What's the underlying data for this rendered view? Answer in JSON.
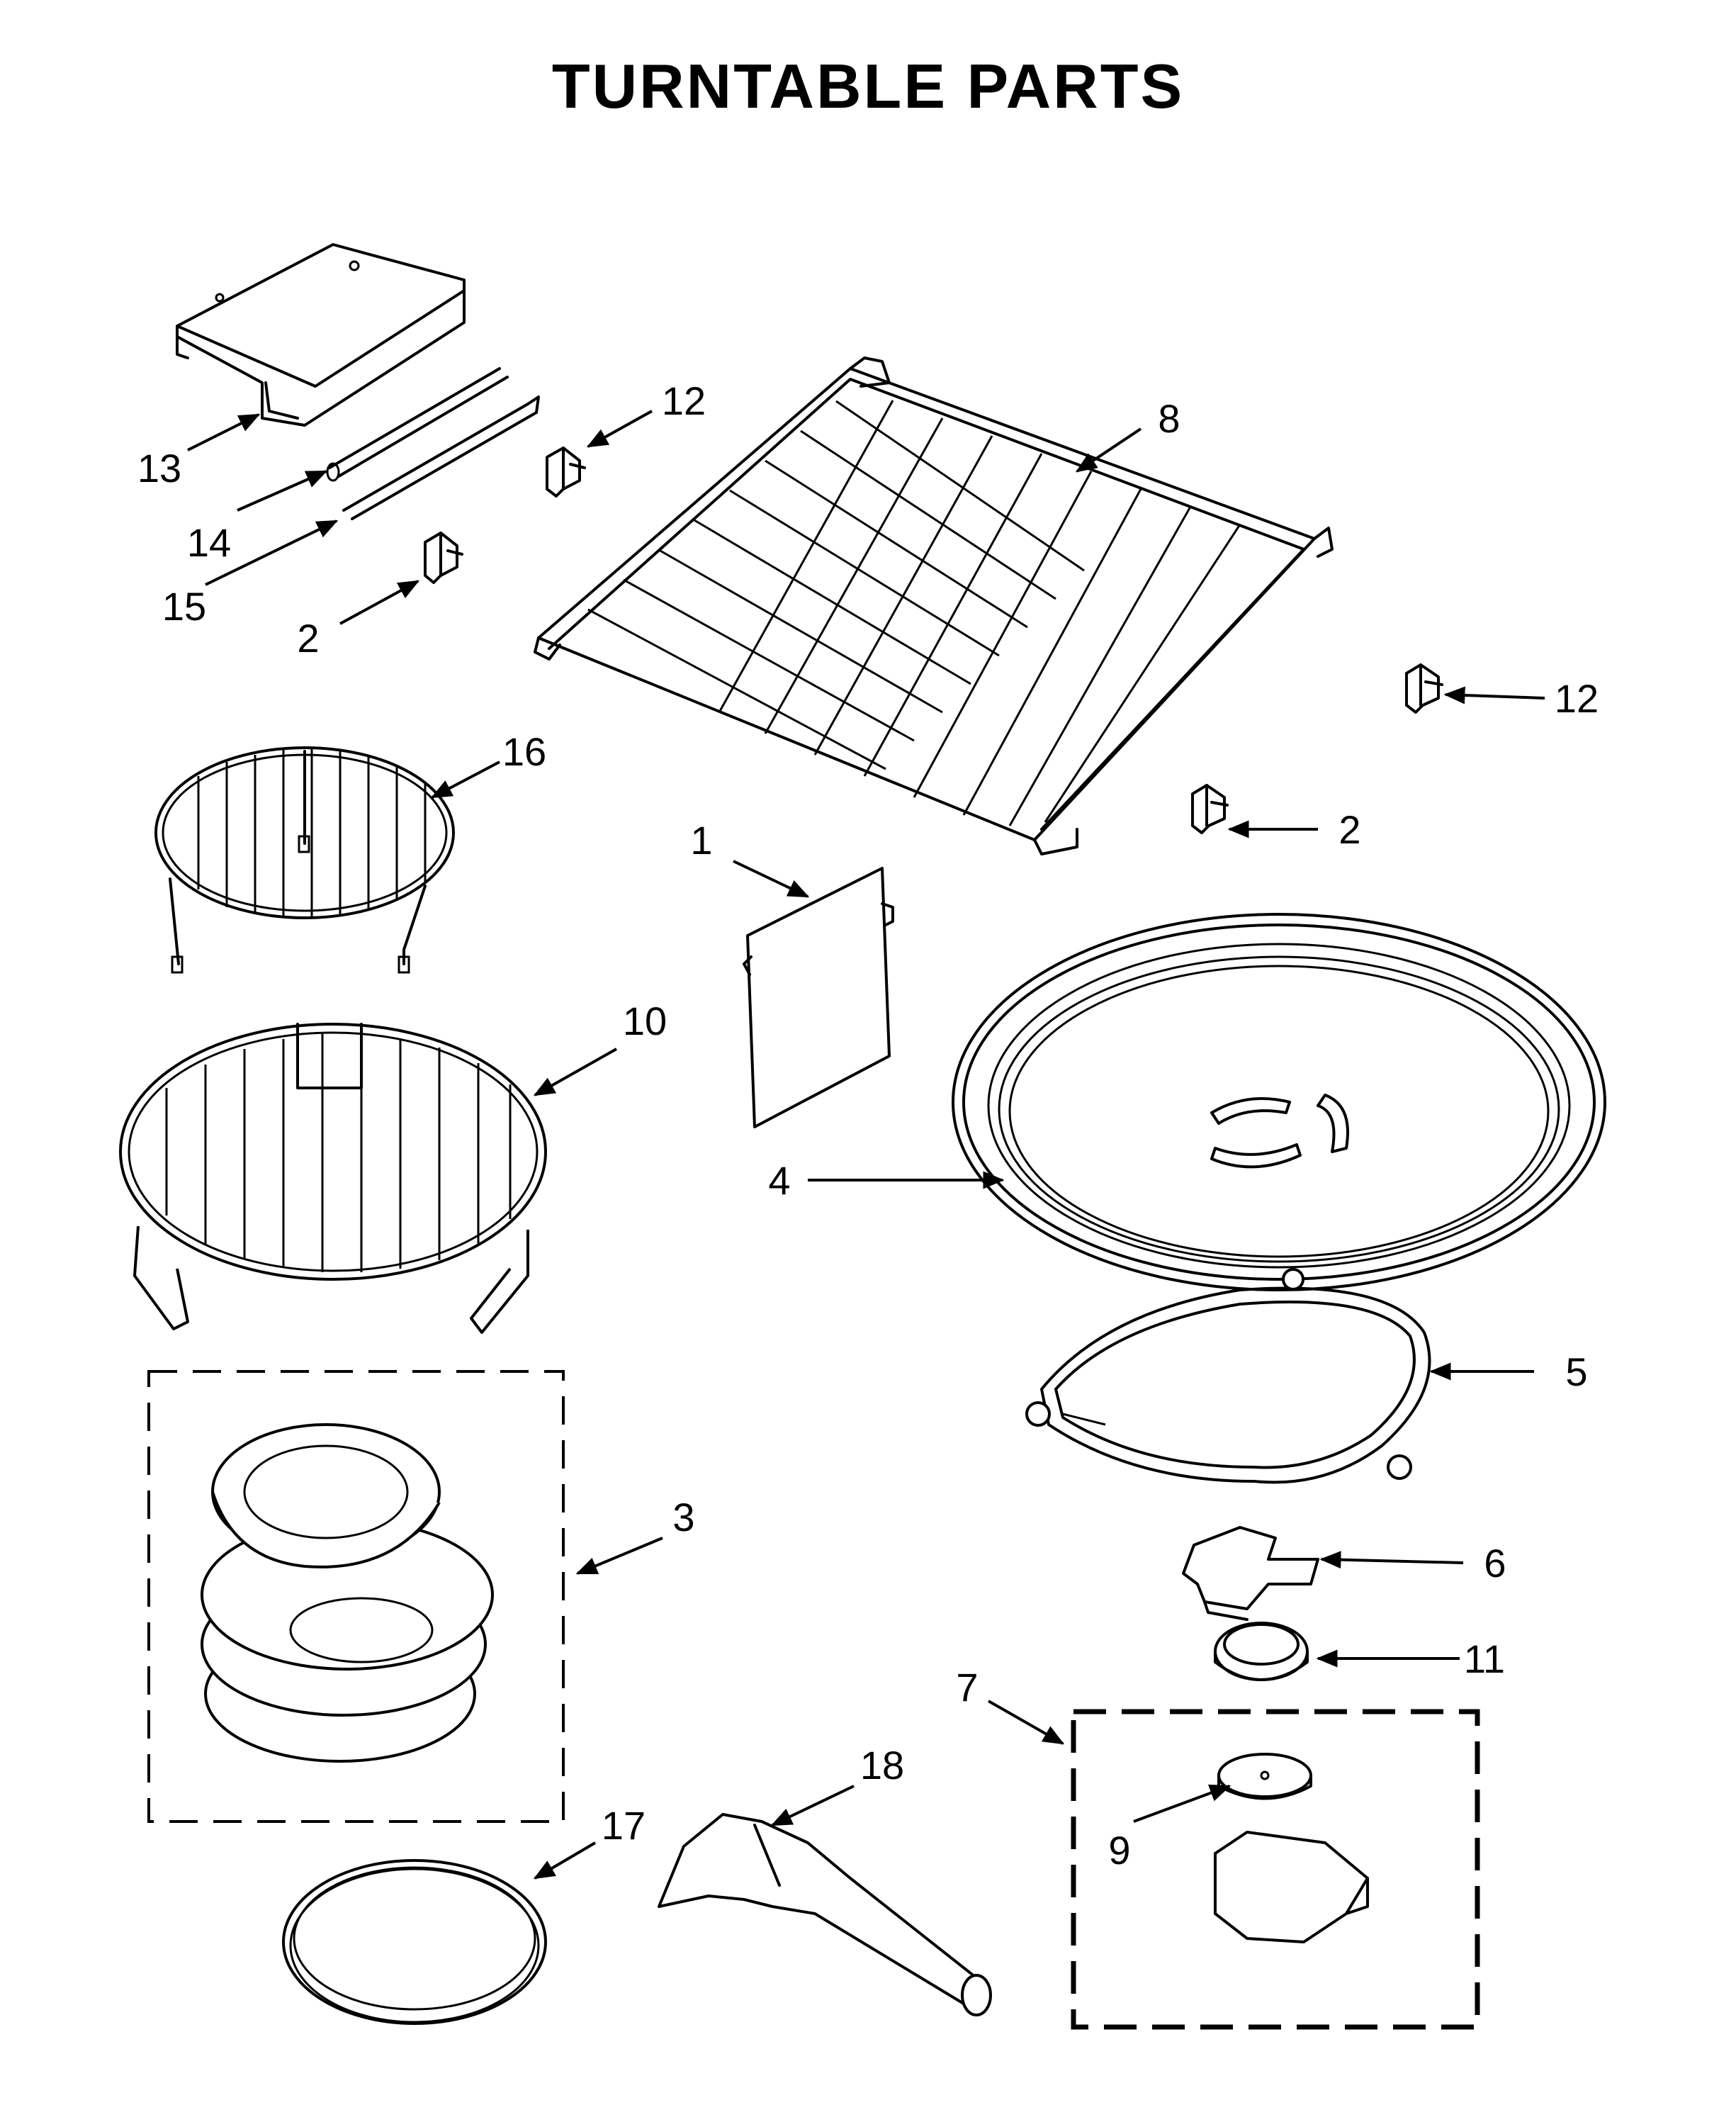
{
  "page": {
    "title": "TURNTABLE PARTS"
  },
  "callouts": {
    "c1": "1",
    "c2a": "2",
    "c2b": "2",
    "c3": "3",
    "c4": "4",
    "c5": "5",
    "c6": "6",
    "c7": "7",
    "c8": "8",
    "c9": "9",
    "c10": "10",
    "c11": "11",
    "c12a": "12",
    "c12b": "12",
    "c13": "13",
    "c14": "14",
    "c15": "15",
    "c16": "16",
    "c17": "17",
    "c18": "18"
  }
}
